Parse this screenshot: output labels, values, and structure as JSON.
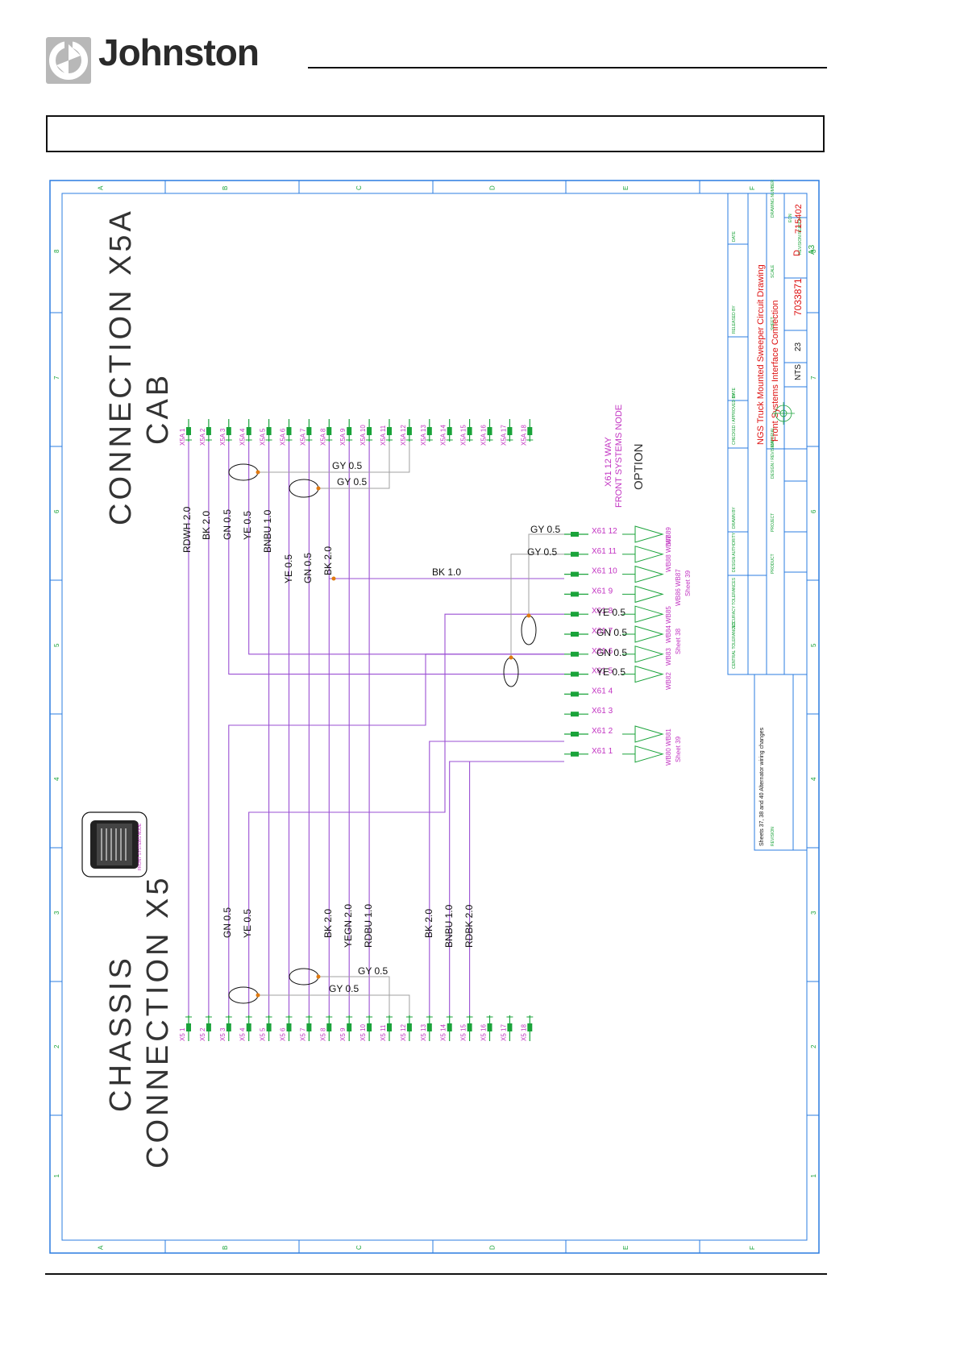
{
  "header": {
    "brand": "Johnston"
  },
  "frame": {
    "zones_letters": [
      "A",
      "B",
      "C",
      "D",
      "E",
      "F"
    ],
    "zones_numbers": [
      "8",
      "7",
      "6",
      "5",
      "4",
      "3",
      "2",
      "1"
    ]
  },
  "connectors": {
    "cab_title_1": "CONNECTION X5A",
    "cab_title_2": "CAB",
    "chassis_title_1": "CHASSIS",
    "chassis_title_2": "CONNECTION X5",
    "x5a_pins": [
      "X5A 1",
      "X5A 2",
      "X5A 3",
      "X5A 4",
      "X5A 5",
      "X5A 6",
      "X5A 7",
      "X5A 8",
      "X5A 9",
      "X5A 10",
      "X5A 11",
      "X5A 12",
      "X5A 13",
      "X5A 14",
      "X5A 15",
      "X5A 16",
      "X5A 17",
      "X5A 18"
    ],
    "x5_pins": [
      "X5 1",
      "X5 2",
      "X5 3",
      "X5 4",
      "X5 5",
      "X5 6",
      "X5 7",
      "X5 8",
      "X5 9",
      "X5 10",
      "X5 11",
      "X5 12",
      "X5 13",
      "X5 14",
      "X5 15",
      "X5 16",
      "X5 17",
      "X5 18"
    ],
    "node_title": "X61 12 WAY",
    "node_subtitle": "FRONT SYSTEMS NODE",
    "node_option": "OPTION",
    "x61_pins": [
      "X61 12",
      "X61 11",
      "X61 10",
      "X61 9",
      "X61 8",
      "X61 7",
      "X61 6",
      "X61 5",
      "X61 4",
      "X61 3",
      "X61 2",
      "X61 1"
    ],
    "module_label": "FRONT SYSTEMS NODE"
  },
  "wire_labels": {
    "cab": [
      "RDWH 2.0",
      "BK 2.0",
      "GN 0.5",
      "YE 0.5",
      "BNBU 1.0",
      "YE 0.5",
      "GN 0.5",
      "BK 2.0"
    ],
    "chassis": [
      "GN 0.5",
      "YE 0.5",
      "BK 2.0",
      "YEGN 2.0",
      "RDBU 1.0",
      "BK 2.0",
      "BNBU 1.0",
      "RDBK 2.0"
    ],
    "gy_top_1": "GY 0.5",
    "gy_top_2": "GY 0.5",
    "gy_bot_1": "GY 0.5",
    "gy_bot_2": "GY 0.5",
    "node_gy_1": "GY 0.5",
    "node_gy_2": "GY 0.5",
    "node_bk": "BK 1.0",
    "node_ye_1": "YE 0.5",
    "node_gn_1": "GN 0.5",
    "node_gn_2": "GN 0.5",
    "node_ye_2": "YE 0.5"
  },
  "refs": {
    "wb89": "WB89",
    "wb88_87": "WB88 WB87",
    "wb86_87": "WB86 WB87",
    "sheet_39_a": "Sheet 39",
    "wb85": "WB85",
    "wb84": "WB84",
    "wb83": "WB83",
    "sheet_38": "Sheet 38",
    "wb82": "WB82",
    "wb81": "WB81",
    "wb80": "WB80",
    "sheet_39_b": "Sheet 39"
  },
  "title_block": {
    "title_1": "NGS Truck Mounted Sweeper Circuit Drawing",
    "title_2": "Front Systems Interface Connection",
    "drawing_no": "7033871",
    "issue": "D",
    "sheet": "23",
    "scale": "NTS",
    "size": "A3",
    "ecn": "715402",
    "note": "Sheets 37, 38 and 40 Alternator wiring changes",
    "small_labels": [
      "DATE",
      "RELEASED BY",
      "DATE",
      "CHECKED / APPROVED BY",
      "DRAWN BY",
      "DESIGN AUTHORITY",
      "ACCURACY TOLERANCES",
      "CENTRAL TOLERANCES",
      "PROJECT",
      "PRODUCT",
      "DESIGN / REVISION",
      "MATERIAL",
      "SHEET",
      "SCALE",
      "DRAWING NUMBER",
      "REVISION",
      "ECN",
      "REVISION REASON"
    ]
  }
}
